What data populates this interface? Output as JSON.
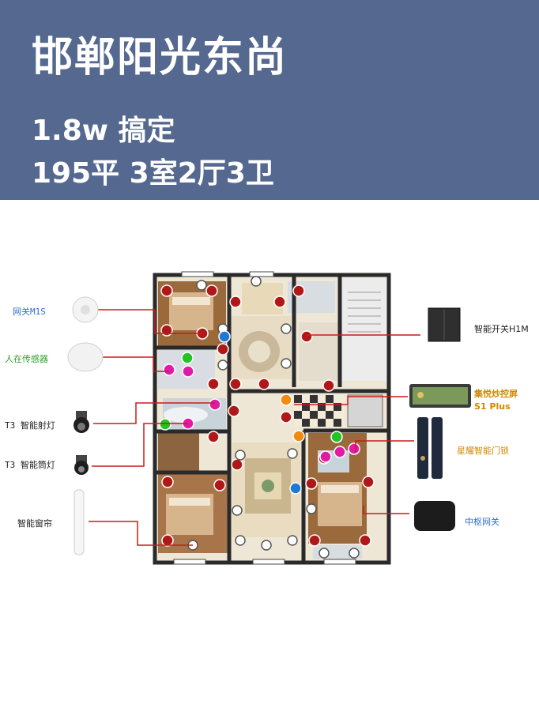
{
  "header": {
    "title": "邯郸阳光东尚",
    "line1": "1.8w 搞定",
    "line2": "195平 3室2厅3卫"
  },
  "devices_left": [
    {
      "label": "网关M1S",
      "color": "#2f6fd0"
    },
    {
      "label": "人在传感器",
      "color": "#2aa02a"
    },
    {
      "label": "T3 智能射灯",
      "color": "#222222"
    },
    {
      "label": "T3 智能筒灯",
      "color": "#222222"
    },
    {
      "label": "智能窗帘",
      "color": "#222222"
    }
  ],
  "devices_right": [
    {
      "label": "智能开关H1M",
      "color": "#222222"
    },
    {
      "label": "集悦炒控屏",
      "label2": "S1 Plus",
      "color": "#d08a00"
    },
    {
      "label": "星耀智能门锁",
      "color": "#d08a00"
    },
    {
      "label": "中枢网关",
      "color": "#2f6fd0"
    }
  ],
  "colors": {
    "header_bg": "#55688f",
    "marker_red": "#b01818",
    "marker_blue": "#1f78d8",
    "marker_green": "#22c322",
    "marker_magenta": "#e01aa5",
    "marker_orange": "#f08a10"
  }
}
